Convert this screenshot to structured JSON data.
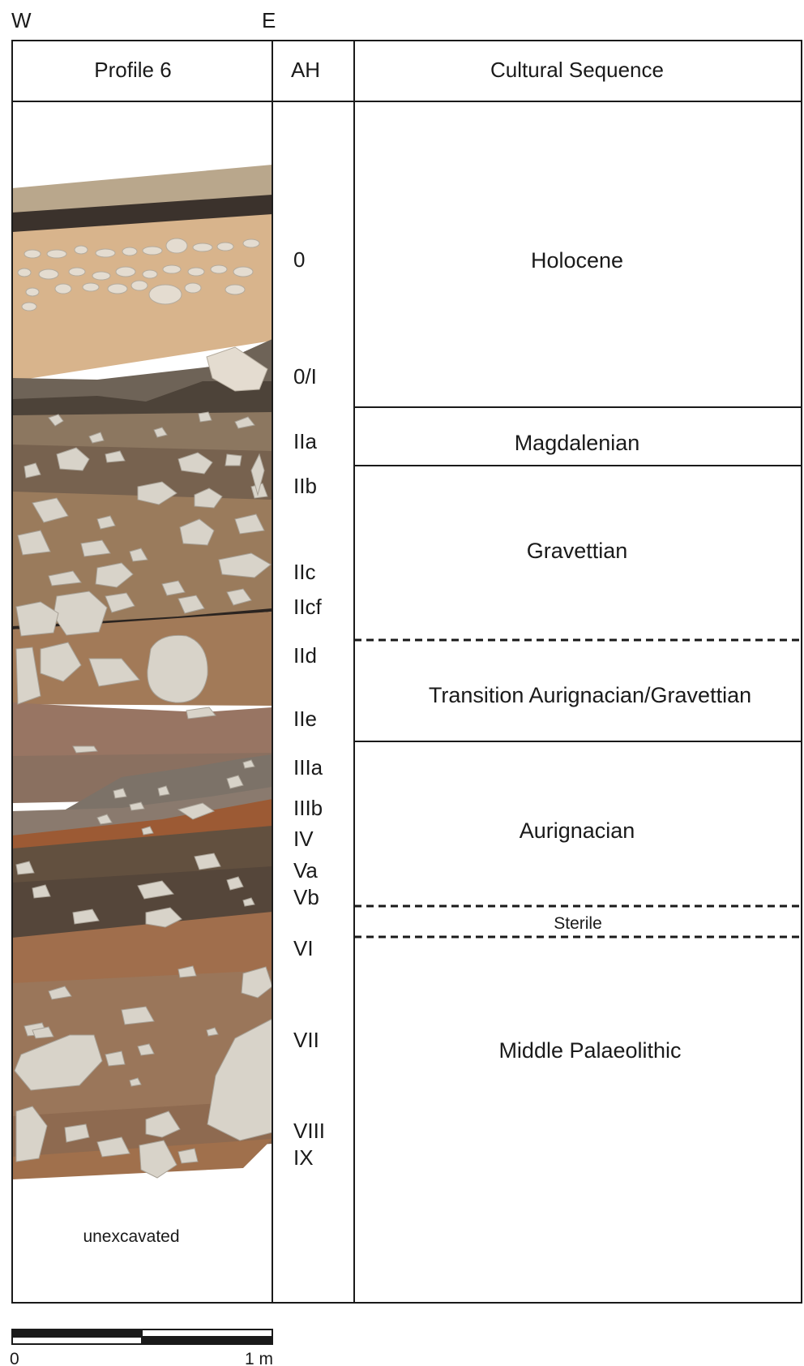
{
  "orientation": {
    "west": "W",
    "east": "E"
  },
  "headers": {
    "profile": "Profile 6",
    "ah": "AH",
    "culture": "Cultural Sequence"
  },
  "ah_labels": [
    "0",
    "0/I",
    "IIa",
    "IIb",
    "IIc",
    "IIcf",
    "IId",
    "IIe",
    "IIIa",
    "IIIb",
    "IV",
    "Va",
    "Vb",
    "VI",
    "VII",
    "VIII",
    "IX"
  ],
  "cultural_sequence": [
    {
      "label": "Holocene",
      "bottom_boundary": "solid"
    },
    {
      "label": "Magdalenian",
      "bottom_boundary": "solid"
    },
    {
      "label": "Gravettian",
      "bottom_boundary": "dashed"
    },
    {
      "label": "Transition Aurignacian/Gravettian",
      "bottom_boundary": "solid"
    },
    {
      "label": "Aurignacian",
      "bottom_boundary": "dashed"
    },
    {
      "label": "Sterile",
      "bottom_boundary": "dashed"
    },
    {
      "label": "Middle Palaeolithic",
      "bottom_boundary": "none"
    }
  ],
  "unexcavated_label": "unexcavated",
  "scale_bar": {
    "start_label": "0",
    "end_label": "1 m"
  },
  "colors": {
    "border": "#1a1a1a",
    "stone": "#d8d3c9",
    "stone_edge": "#a8a196",
    "layer_topsoil": "#b9a78c",
    "layer_dark_band": "#3b322c",
    "layer_holocene": "#d8b48c",
    "layer_grey_brown": "#6e6357",
    "layer_magdalenian": "#8c7760",
    "layer_gravettian": "#9a7b5c",
    "layer_transition": "#a27a58",
    "layer_aurignacian": "#8a7060",
    "layer_orange": "#9c5a34",
    "layer_dark_brown": "#62503f",
    "layer_mp": "#9a765a"
  }
}
